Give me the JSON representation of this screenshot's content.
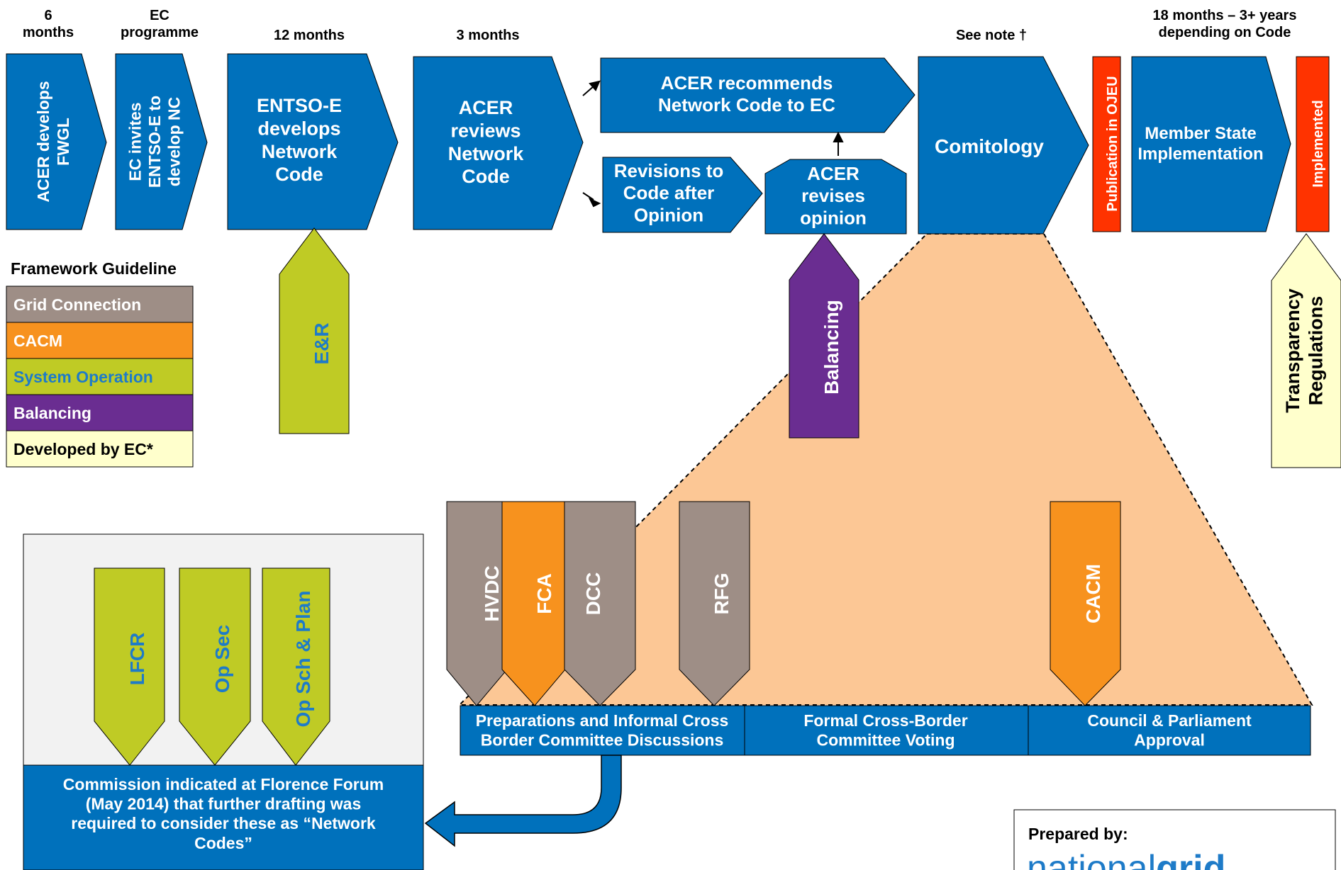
{
  "timeline": {
    "fwgl": "6\nmonths",
    "invite": "EC\nprogramme",
    "develop": "12 months",
    "review": "3 months",
    "comitology": "See note †",
    "implementation": "18 months – 3+ years\ndepending on Code"
  },
  "steps": {
    "acer_fwgl": "ACER develops\nFWGL",
    "ec_invites": "EC invites\nENTSO-E to\ndevelop NC",
    "entsoe_develops": "ENTSO-E\ndevelops\nNetwork\nCode",
    "acer_reviews": "ACER\nreviews\nNetwork\nCode",
    "acer_recommends": "ACER recommends\nNetwork Code to EC",
    "revisions": "Revisions to\nCode after\nOpinion",
    "acer_revises": "ACER\nrevises\nopinion",
    "comitology": "Comitology",
    "publication": "Publication in OJEU",
    "member_state": "Member State\nImplementation",
    "implemented": "Implemented"
  },
  "legend": {
    "title": "Framework Guideline",
    "items": [
      {
        "label": "Grid Connection",
        "color": "#9e8e86",
        "text_color": "#ffffff"
      },
      {
        "label": "CACM",
        "color": "#f7921e",
        "text_color": "#ffffff"
      },
      {
        "label": "System Operation",
        "color": "#bfcb25",
        "text_color": "#1e7bc8"
      },
      {
        "label": "Balancing",
        "color": "#6a2d91",
        "text_color": "#ffffff"
      },
      {
        "label": "Developed by EC*",
        "color": "#ffffcc",
        "text_color": "#000000"
      }
    ]
  },
  "codes": {
    "er": "E&R",
    "balancing": "Balancing",
    "transparency": "Transparency\nRegulations",
    "hvdc": "HVDC",
    "fca": "FCA",
    "dcc": "DCC",
    "rfg": "RFG",
    "cacm": "CACM",
    "lfcr": "LFCR",
    "op_sec": "Op Sec",
    "op_sch": "Op Sch & Plan"
  },
  "comitology_stages": [
    "Preparations and Informal Cross\nBorder Committee Discussions",
    "Formal Cross-Border\nCommittee Voting",
    "Council & Parliament\nApproval"
  ],
  "commission_note": "Commission indicated at Florence Forum\n(May 2014) that further drafting was\nrequired to consider these as “Network\nCodes”",
  "prepared_by": "Prepared by:",
  "logo_text": "nationalgrid",
  "colors": {
    "blue": "#0071bc",
    "red": "#ff3300",
    "peach": "#fcc795",
    "grey_box": "#f2f2f2"
  }
}
